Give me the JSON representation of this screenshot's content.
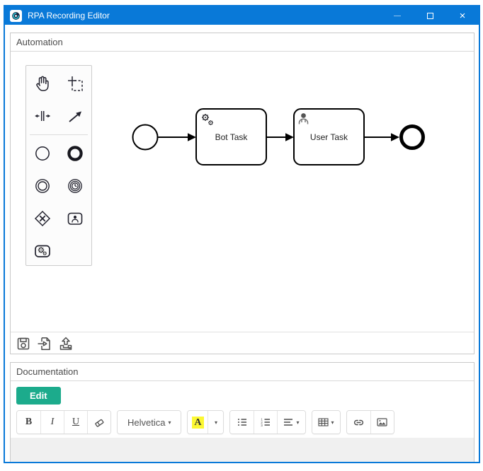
{
  "window": {
    "title": "RPA Recording Editor",
    "controls": {
      "minimize": "minimize",
      "maximize": "maximize",
      "close": "×"
    }
  },
  "automation": {
    "title": "Automation",
    "palette_tools": [
      {
        "name": "hand-tool"
      },
      {
        "name": "lasso-tool"
      },
      {
        "name": "space-tool"
      },
      {
        "name": "global-connect-tool"
      },
      {
        "name": "start-event"
      },
      {
        "name": "end-event"
      },
      {
        "name": "intermediate-event"
      },
      {
        "name": "intermediate-catch-event"
      },
      {
        "name": "gateway"
      },
      {
        "name": "user-task"
      },
      {
        "name": "bot-task"
      }
    ],
    "actions": [
      {
        "name": "save"
      },
      {
        "name": "import"
      },
      {
        "name": "export"
      }
    ]
  },
  "diagram": {
    "tasks": [
      {
        "label": "Bot Task"
      },
      {
        "label": "User Task"
      }
    ],
    "flow": "start-event → Bot Task → User Task → end-event"
  },
  "documentation": {
    "title": "Documentation",
    "edit_button": "Edit",
    "toolbar": {
      "bold": "B",
      "italic": "I",
      "underline": "U",
      "font_name": "Helvetica",
      "color_letter": "A",
      "icons": [
        "eraser",
        "unordered-list",
        "ordered-list",
        "paragraph-align",
        "table",
        "link",
        "picture"
      ]
    }
  },
  "colors": {
    "titlebar_blue": "#0979d8",
    "edit_button_teal": "#1cab8c",
    "highlight_yellow": "#fcf833",
    "panel_border": "#c9c9c9",
    "editable_gray": "#f0f0f0"
  }
}
